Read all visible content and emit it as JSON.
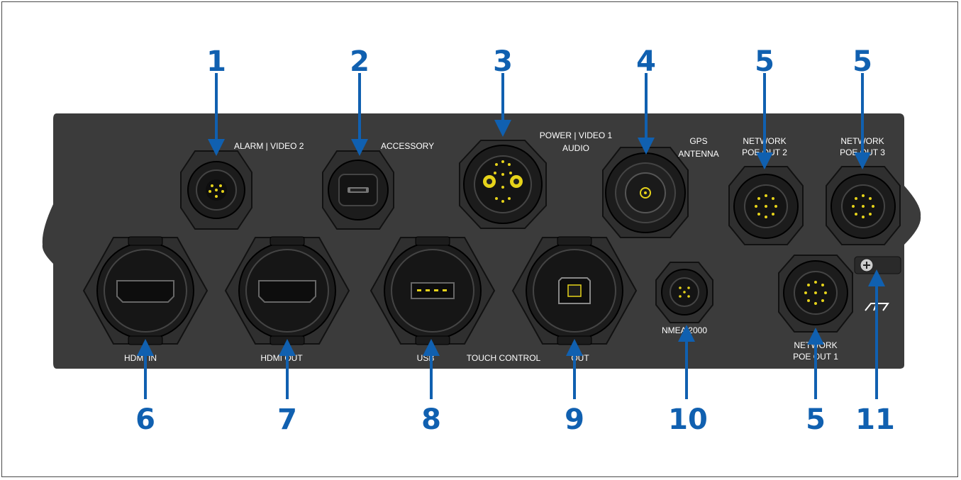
{
  "numbers": {
    "n1": "1",
    "n2": "2",
    "n3": "3",
    "n4": "4",
    "n5a": "5",
    "n5b": "5",
    "n6": "6",
    "n7": "7",
    "n8": "8",
    "n9": "9",
    "n10": "10",
    "n5c": "5",
    "n11": "11"
  },
  "labels": {
    "alarm_video2": "ALARM | VIDEO 2",
    "accessory": "ACCESSORY",
    "power_line1": "POWER | VIDEO 1",
    "power_line2": "AUDIO",
    "gps_line1": "GPS",
    "gps_line2": "ANTENNA",
    "net2_line1": "NETWORK",
    "net2_line2": "POE OUT 2",
    "net3_line1": "NETWORK",
    "net3_line2": "POE OUT 3",
    "hdmi_in": "HDMI IN",
    "hdmi_out": "HDMI OUT",
    "usb_a": "USB",
    "touch_control": "TOUCH CONTROL",
    "usb_b": "OUT",
    "nmea2000": "NMEA 2000",
    "net1_line1": "NETWORK",
    "net1_line2": "POE OUT 1"
  },
  "colors": {
    "panel": "#3b3b3b",
    "callout": "#1060b0",
    "pin": "#e6d31a"
  }
}
